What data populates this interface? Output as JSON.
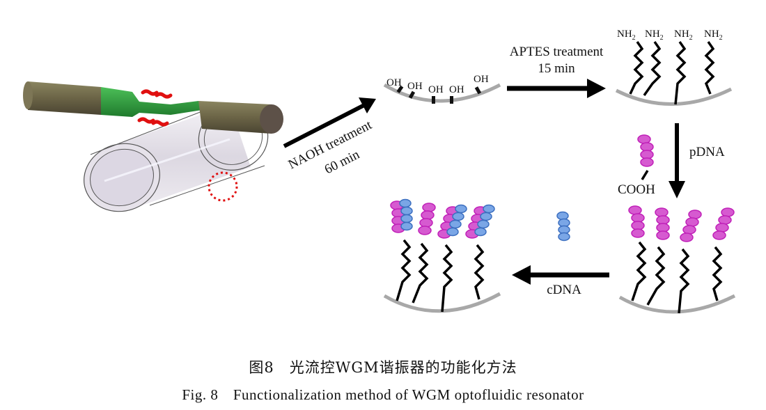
{
  "figure": {
    "steps": {
      "naoh": {
        "line1": "NAOH treatment",
        "line2": "60 min"
      },
      "aptes": {
        "line1": "APTES treatment",
        "line2": "15 min"
      },
      "pdna": {
        "label": "pDNA"
      },
      "cdna": {
        "label": "cDNA"
      }
    },
    "groups": {
      "hydroxyl": [
        "OH",
        "OH",
        "OH",
        "OH",
        "OH"
      ],
      "amine": [
        "NH",
        "NH",
        "NH",
        "NH"
      ],
      "amine_subscript": "2",
      "carboxyl": "COOH"
    },
    "colors": {
      "fiber_cladding": "#6b6446",
      "fiber_taper": "#2e9a3c",
      "tube": "#d9d4e0",
      "surface": "#a8a8a8",
      "pdna": "#d83cc8",
      "cdna": "#5a8fd6",
      "marker": "#e01010"
    }
  },
  "caption": {
    "chinese": "图8　光流控WGM谐振器的功能化方法",
    "english": "Fig. 8　Functionalization method of WGM optofluidic resonator"
  }
}
